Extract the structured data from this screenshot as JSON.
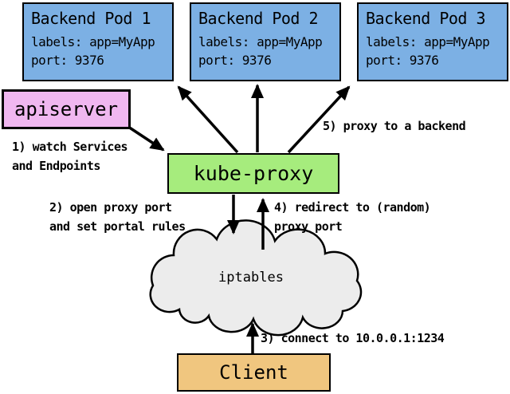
{
  "colors": {
    "pod-fill": "#7cb0e4",
    "apiserver-fill": "#f0b7f0",
    "kubeproxy-fill": "#a6ec7d",
    "cloud-fill": "#ececec",
    "client-fill": "#f0c67f",
    "line": "#000000",
    "text": "#000000",
    "background": "#ffffff"
  },
  "nodes": {
    "pods": [
      {
        "title": "Backend Pod 1",
        "labels": "labels: app=MyApp",
        "port": "port: 9376"
      },
      {
        "title": "Backend Pod 2",
        "labels": "labels: app=MyApp",
        "port": "port: 9376"
      },
      {
        "title": "Backend Pod 3",
        "labels": "labels: app=MyApp",
        "port": "port: 9376"
      }
    ],
    "apiserver": {
      "label": "apiserver"
    },
    "kube_proxy": {
      "label": "kube-proxy"
    },
    "iptables": {
      "label": "iptables"
    },
    "client": {
      "label": "Client"
    }
  },
  "steps": {
    "step1": "1) watch Services\nand Endpoints",
    "step2": "2) open proxy port\nand set portal rules",
    "step3": "3) connect to 10.0.0.1:1234",
    "step4": "4) redirect to (random)\nproxy port",
    "step5": "5) proxy to a backend"
  }
}
